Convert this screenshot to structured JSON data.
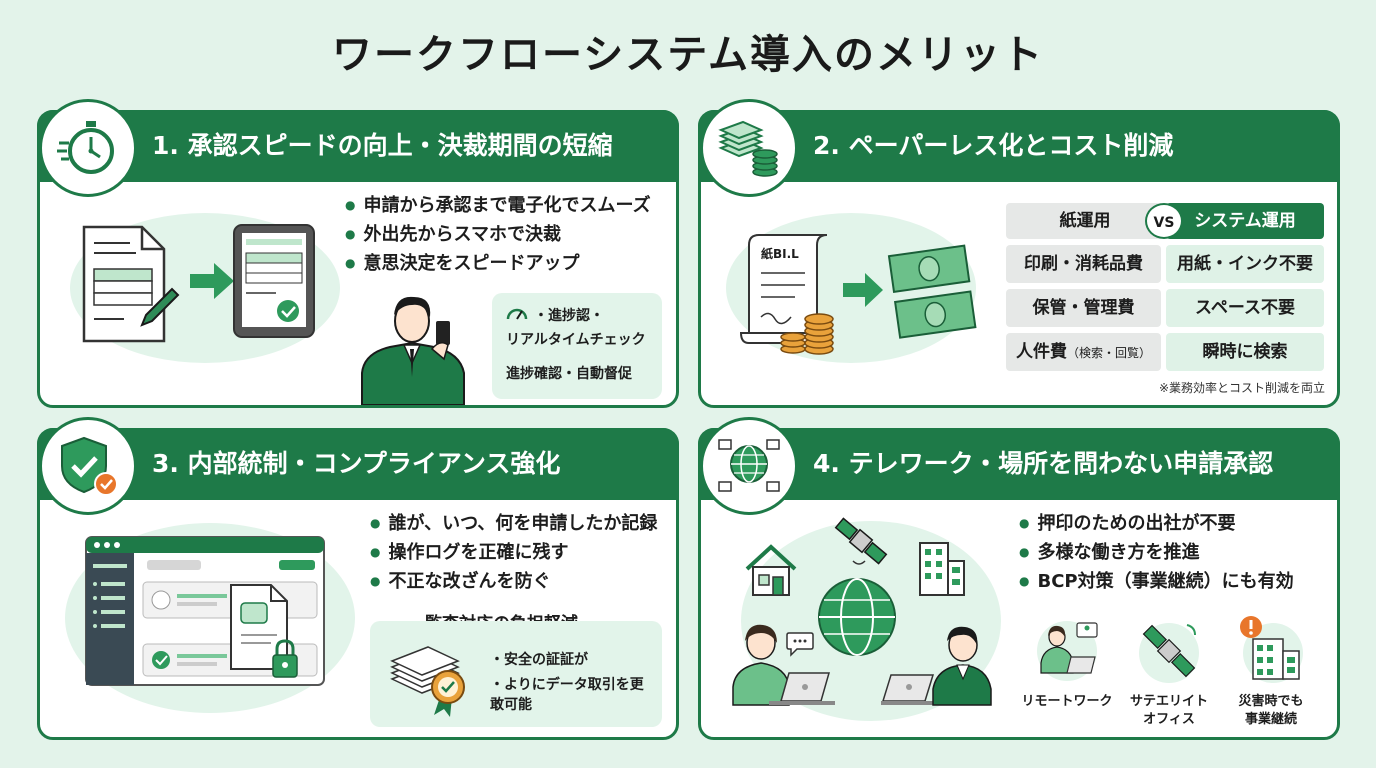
{
  "title": "ワークフローシステム導入のメリット",
  "colors": {
    "accent": "#1e7a48",
    "light": "#e2f4ea",
    "background": "#e3f3ea",
    "warning": "#e8762b"
  },
  "cards": [
    {
      "heading": "1. 承認スピードの向上・決裁期間の短縮",
      "icon": "stopwatch-icon",
      "bullets": [
        "申請から承認まで電子化でスムーズ",
        "外出先からスマホで決裁",
        "意思決定をスピードアップ"
      ],
      "bubble": {
        "line1": "・進捗認・",
        "line2": "リアルタイムチェック",
        "line3": "進捗確認・自動督促"
      }
    },
    {
      "heading": "2. ペーパーレス化とコスト削減",
      "icon": "paper-coins-icon",
      "receipt_label": "紙BI.L",
      "compare": {
        "left_header": "紙運用",
        "vs": "VS",
        "right_header": "システム運用",
        "rows": [
          {
            "left": "印刷・消耗品費",
            "left_sub": "",
            "right": "用紙・インク不要"
          },
          {
            "left": "保管・管理費",
            "left_sub": "",
            "right": "スペース不要"
          },
          {
            "left": "人件費",
            "left_sub": "（検索・回覧）",
            "right": "瞬時に検索"
          }
        ],
        "note": "※業務効率とコスト削減を両立"
      }
    },
    {
      "heading": "3. 内部統制・コンプライアンス強化",
      "icon": "shield-check-icon",
      "bullets": [
        "誰が、いつ、何を申請したか記録",
        "操作ログを正確に残す",
        "不正な改ざんを防ぐ"
      ],
      "audit": {
        "title": "監査対応の負担軽減",
        "items": [
          "安全の証証が",
          "よりにデータ取引を更敢可能"
        ]
      }
    },
    {
      "heading": "4. テレワーク・場所を問わない申請承認",
      "icon": "globe-devices-icon",
      "bullets": [
        "押印のための出社が不要",
        "多様な働き方を推進",
        "BCP対策（事業継続）にも有効"
      ],
      "mini": [
        {
          "line1": "リモートワーク",
          "line2": ""
        },
        {
          "line1": "サテエリイト",
          "line2": "オフィス"
        },
        {
          "line1": "災害時でも",
          "line2": "事業継続"
        }
      ]
    }
  ]
}
